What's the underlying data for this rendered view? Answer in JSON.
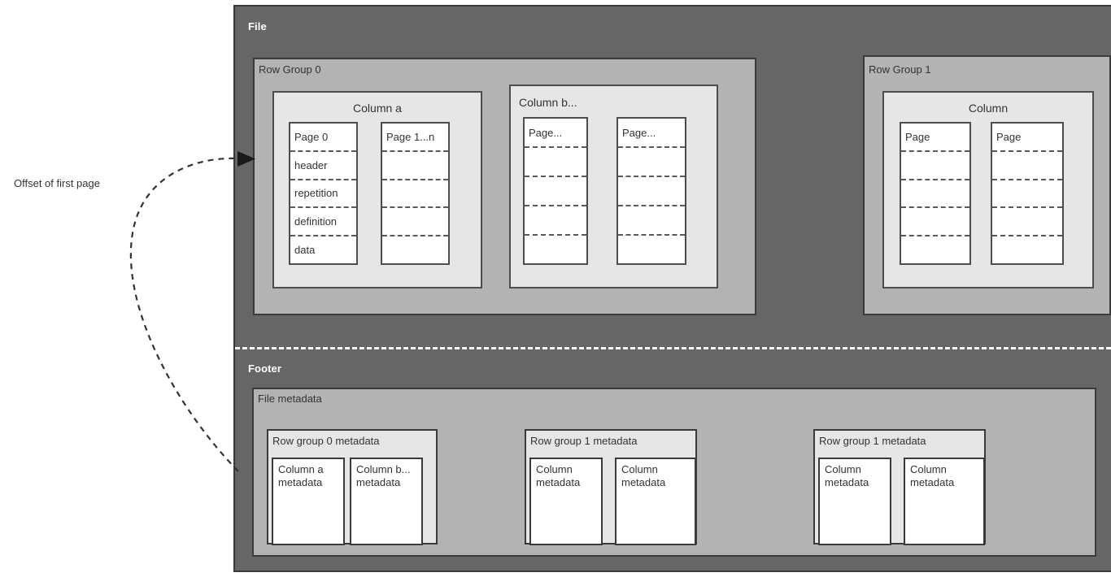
{
  "diagram": {
    "title_file": "File",
    "title_footer": "Footer",
    "annotation": "Offset of first page"
  },
  "file_section": {
    "label": "File",
    "row_groups": [
      {
        "label": "Row Group 0",
        "columns": [
          {
            "title": "Column a",
            "title_align": "center",
            "pages": [
              {
                "rows": [
                  "Page 0",
                  "header",
                  "repetition",
                  "definition",
                  "data"
                ]
              },
              {
                "rows": [
                  "Page 1...n",
                  "",
                  "",
                  "",
                  ""
                ]
              }
            ]
          },
          {
            "title": "Column b...",
            "title_align": "left",
            "pages": [
              {
                "rows": [
                  "Page...",
                  "",
                  "",
                  "",
                  ""
                ]
              },
              {
                "rows": [
                  "Page...",
                  "",
                  "",
                  "",
                  ""
                ]
              }
            ]
          }
        ]
      },
      {
        "label": "Row Group 1",
        "columns": [
          {
            "title": "Column",
            "title_align": "center",
            "pages": [
              {
                "rows": [
                  "Page",
                  "",
                  "",
                  "",
                  ""
                ]
              },
              {
                "rows": [
                  "Page",
                  "",
                  "",
                  "",
                  ""
                ]
              }
            ]
          }
        ]
      }
    ]
  },
  "footer_section": {
    "label": "Footer",
    "file_metadata_label": "File metadata",
    "metadata_groups": [
      {
        "label": "Row group 0 metadata",
        "columns": [
          "Column a metadata",
          "Column b... metadata"
        ]
      },
      {
        "label": "Row group 1 metadata",
        "columns": [
          "Column metadata",
          "Column metadata"
        ]
      },
      {
        "label": "Row group 1 metadata",
        "columns": [
          "Column metadata",
          "Column metadata"
        ]
      }
    ]
  },
  "colors": {
    "file_bg": "#666666",
    "rowgroup_bg": "#b3b3b3",
    "column_bg": "#e6e6e6",
    "page_bg": "#ffffff",
    "stroke_dark": "#3a3a3a",
    "stroke_mid": "#4d4d4d",
    "label_light": "#ffffff",
    "label_dark": "#333333"
  }
}
